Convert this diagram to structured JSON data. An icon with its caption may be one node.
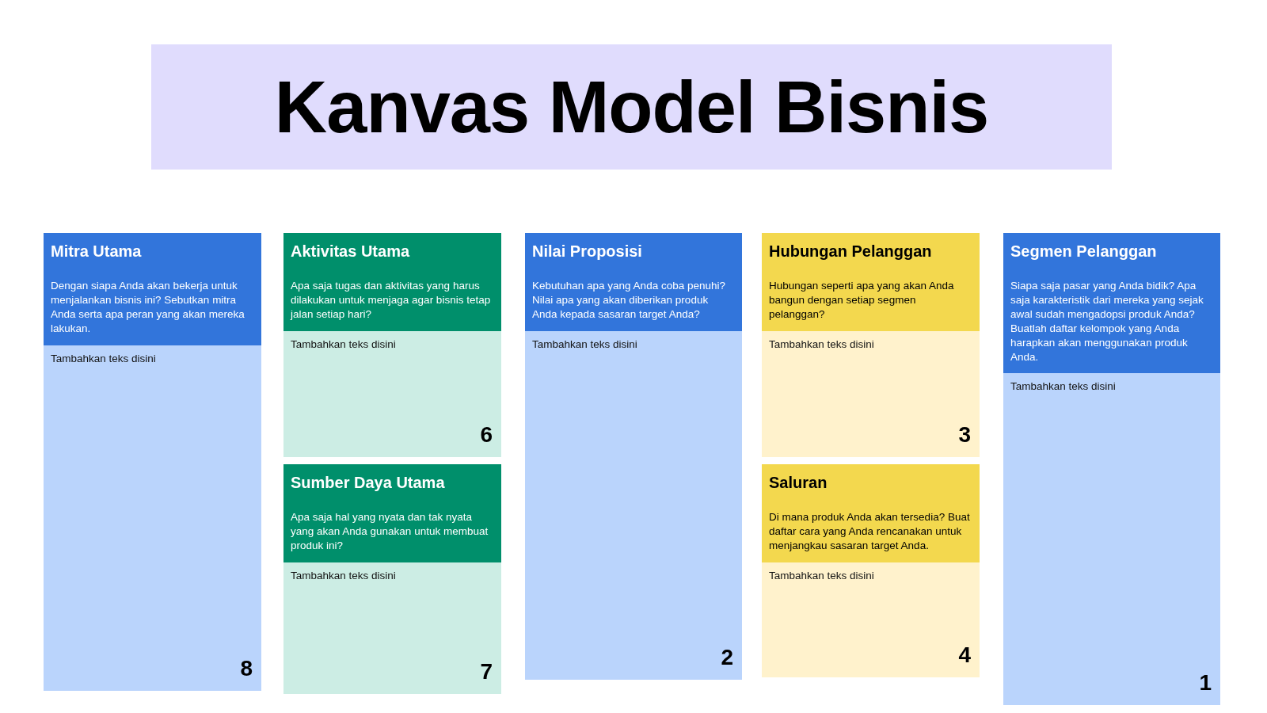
{
  "diagram": {
    "title": "Kanvas Model Bisnis",
    "nodes": [
      {
        "text": [
          "Mitra Utama",
          "Dengan siapa Anda akan bekerja untuk menjalankan bisnis ini? Sebutkan mitra Anda serta apa peran yang akan mereka lakukan.",
          "Tambahkan teks disini",
          "8"
        ]
      },
      {
        "text": [
          "Aktivitas Utama",
          "Apa saja tugas dan aktivitas yang harus dilakukan untuk menjaga agar bisnis tetap jalan setiap hari?",
          "Tambahkan teks disini",
          "6"
        ]
      },
      {
        "text": [
          "Sumber Daya Utama",
          "Apa saja hal yang nyata dan tak nyata yang akan Anda gunakan untuk membuat produk ini?",
          "Tambahkan teks disini",
          "7"
        ]
      },
      {
        "text": [
          "Nilai Proposisi",
          "Kebutuhan apa yang Anda coba penuhi? Nilai apa yang akan diberikan produk Anda kepada sasaran target Anda?",
          "Tambahkan teks disini",
          "2"
        ]
      },
      {
        "text": [
          "Hubungan Pelanggan",
          "Hubungan seperti apa yang akan Anda bangun dengan setiap segmen pelanggan?",
          "Tambahkan teks disini",
          "3"
        ]
      },
      {
        "text": [
          "Saluran",
          "Di mana produk Anda akan tersedia? Buat daftar cara yang Anda rencanakan untuk menjangkau sasaran target Anda.",
          "Tambahkan teks disini",
          "4"
        ]
      },
      {
        "text": [
          "Segmen Pelanggan",
          "Siapa saja pasar yang Anda bidik? Apa saja karakteristik dari mereka yang sejak awal sudah mengadopsi produk Anda? Buatlah daftar kelompok yang Anda harapkan akan menggunakan produk Anda.",
          "Tambahkan teks disini",
          "1"
        ]
      }
    ]
  }
}
